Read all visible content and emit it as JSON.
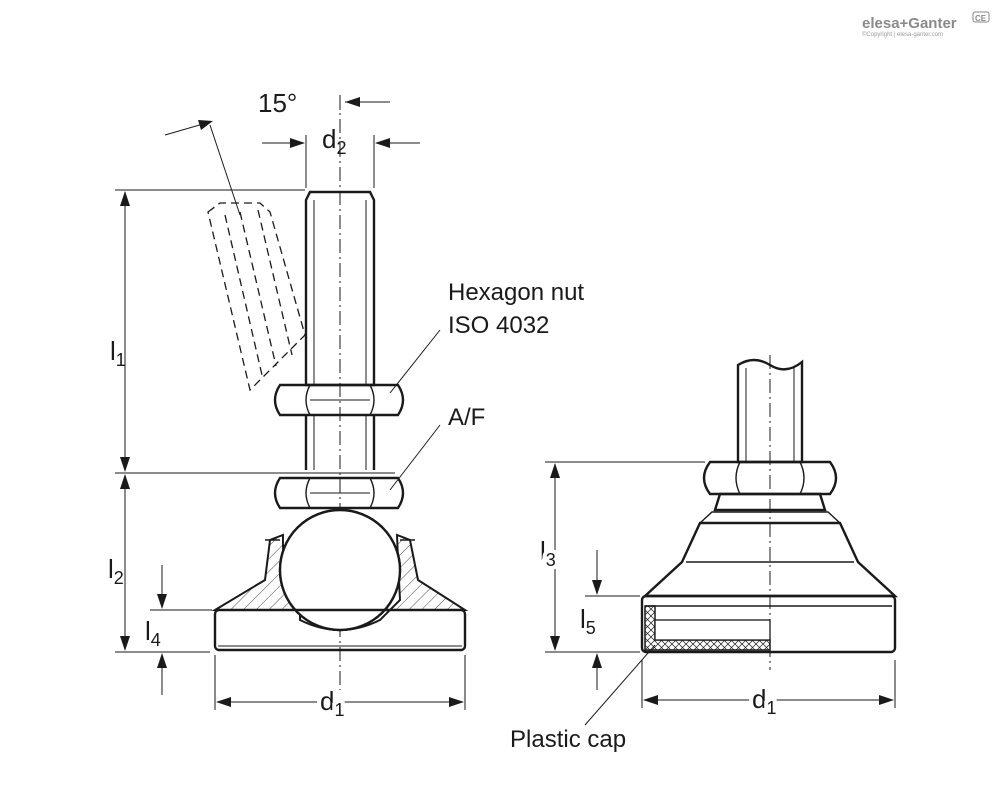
{
  "brand": {
    "logo_text": "elesa+Ganter",
    "copyright": "©Copyright | elesa-ganter.com",
    "badge": "CE"
  },
  "dimensions": {
    "angle": "15°",
    "d2_main": "d",
    "d2_sub": "2",
    "l1_main": "l",
    "l1_sub": "1",
    "l2_main": "l",
    "l2_sub": "2",
    "l4_main": "l",
    "l4_sub": "4",
    "d1_left_main": "d",
    "d1_left_sub": "1",
    "l3_main": "l",
    "l3_sub": "3",
    "l5_main": "l",
    "l5_sub": "5",
    "d1_right_main": "d",
    "d1_right_sub": "1"
  },
  "callouts": {
    "hex_nut_line1": "Hexagon nut",
    "hex_nut_line2": "ISO 4032",
    "af": "A/F",
    "plastic_cap": "Plastic cap"
  }
}
